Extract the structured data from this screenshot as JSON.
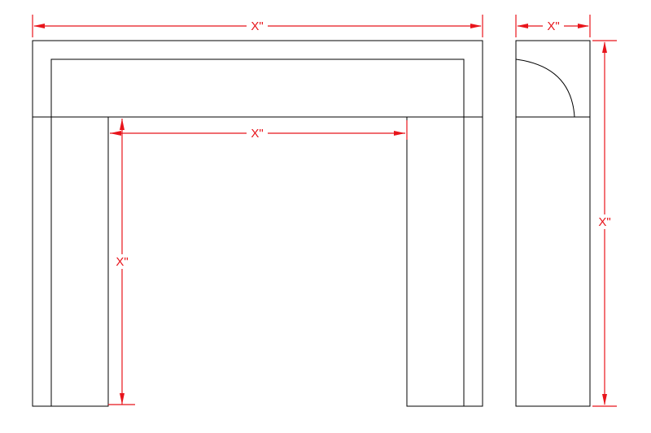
{
  "drawing": {
    "line_color": "#000000",
    "dimension_color": "#e8141b",
    "background": "#ffffff"
  },
  "dimensions": {
    "overall_width": "X\"",
    "opening_width": "X\"",
    "opening_height": "X\"",
    "side_depth": "X\"",
    "side_height": "X\""
  }
}
